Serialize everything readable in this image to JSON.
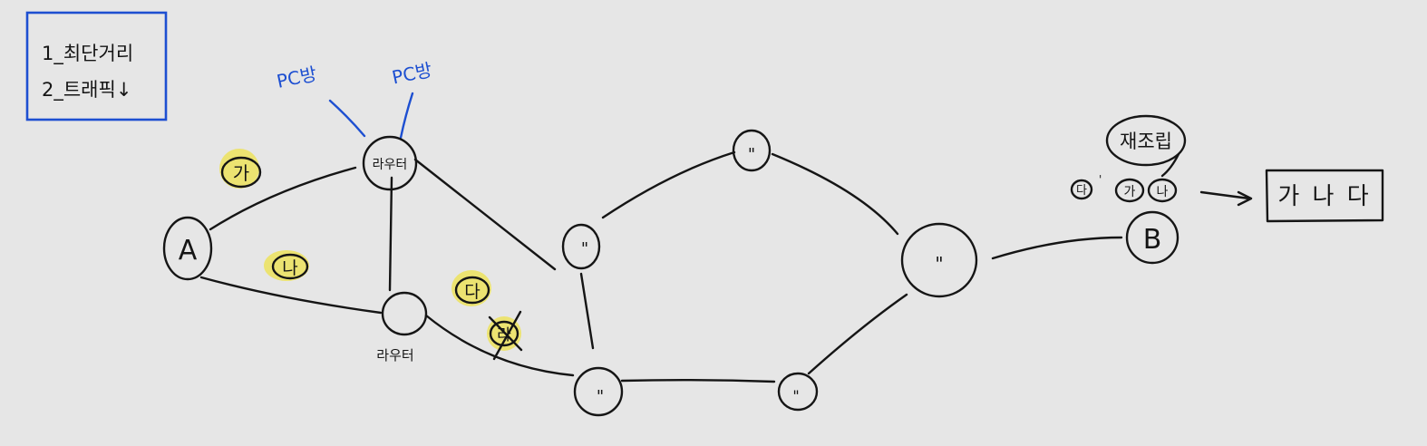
{
  "legend": {
    "line1": "1_최단거리",
    "line2": "2_트래픽↓"
  },
  "annotations": {
    "pc1": "PC방",
    "pc2": "PC방"
  },
  "nodes": {
    "a": "A",
    "b": "B",
    "router_top": "라우터",
    "router_bottom_caption": "라우터",
    "mid_top": "\"",
    "mid_left": "\"",
    "mid_right": "\"",
    "bottom_left": "\"",
    "bottom_right": "\""
  },
  "path_labels": {
    "ga": "가",
    "na": "나",
    "da": "다",
    "crossed": "라"
  },
  "reassembly": {
    "label": "재조립",
    "p1": "다",
    "p2": "가",
    "p3": "나",
    "result": "가 나 다"
  },
  "colors": {
    "ink": "#151515",
    "blue": "#1d4fd1",
    "highlight": "#ece36a",
    "background": "#e6e6e6"
  }
}
